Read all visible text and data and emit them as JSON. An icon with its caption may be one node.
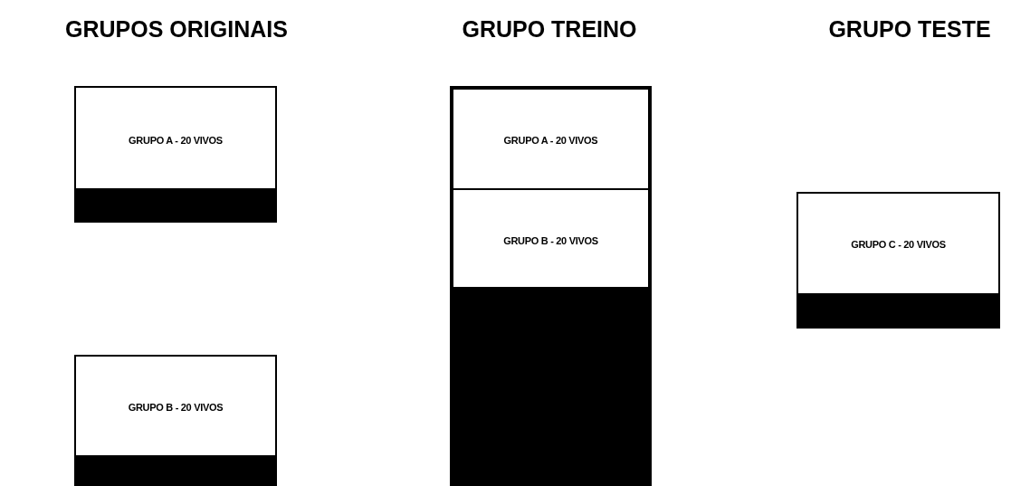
{
  "diagram": {
    "nodes": [
      {
        "text": [
          "GRUPO A - 20 VIVOS"
        ]
      },
      {
        "text": [
          "GRUPO B - 20 VIVOS"
        ]
      },
      {
        "text": [],
        "shape": "box"
      },
      {
        "text": [
          "GRUPO A - 20 VIVOS"
        ],
        "in": 2
      },
      {
        "text": [
          "GRUPO B - 20 VIVOS"
        ],
        "in": 2
      },
      {
        "text": [
          "GRUPO C - 20 VIVOS"
        ]
      }
    ],
    "edges": [],
    "labels": [
      "GRUPOS ORIGINAIS",
      "GRUPO TREINO",
      "GRUPO TESTE"
    ]
  }
}
